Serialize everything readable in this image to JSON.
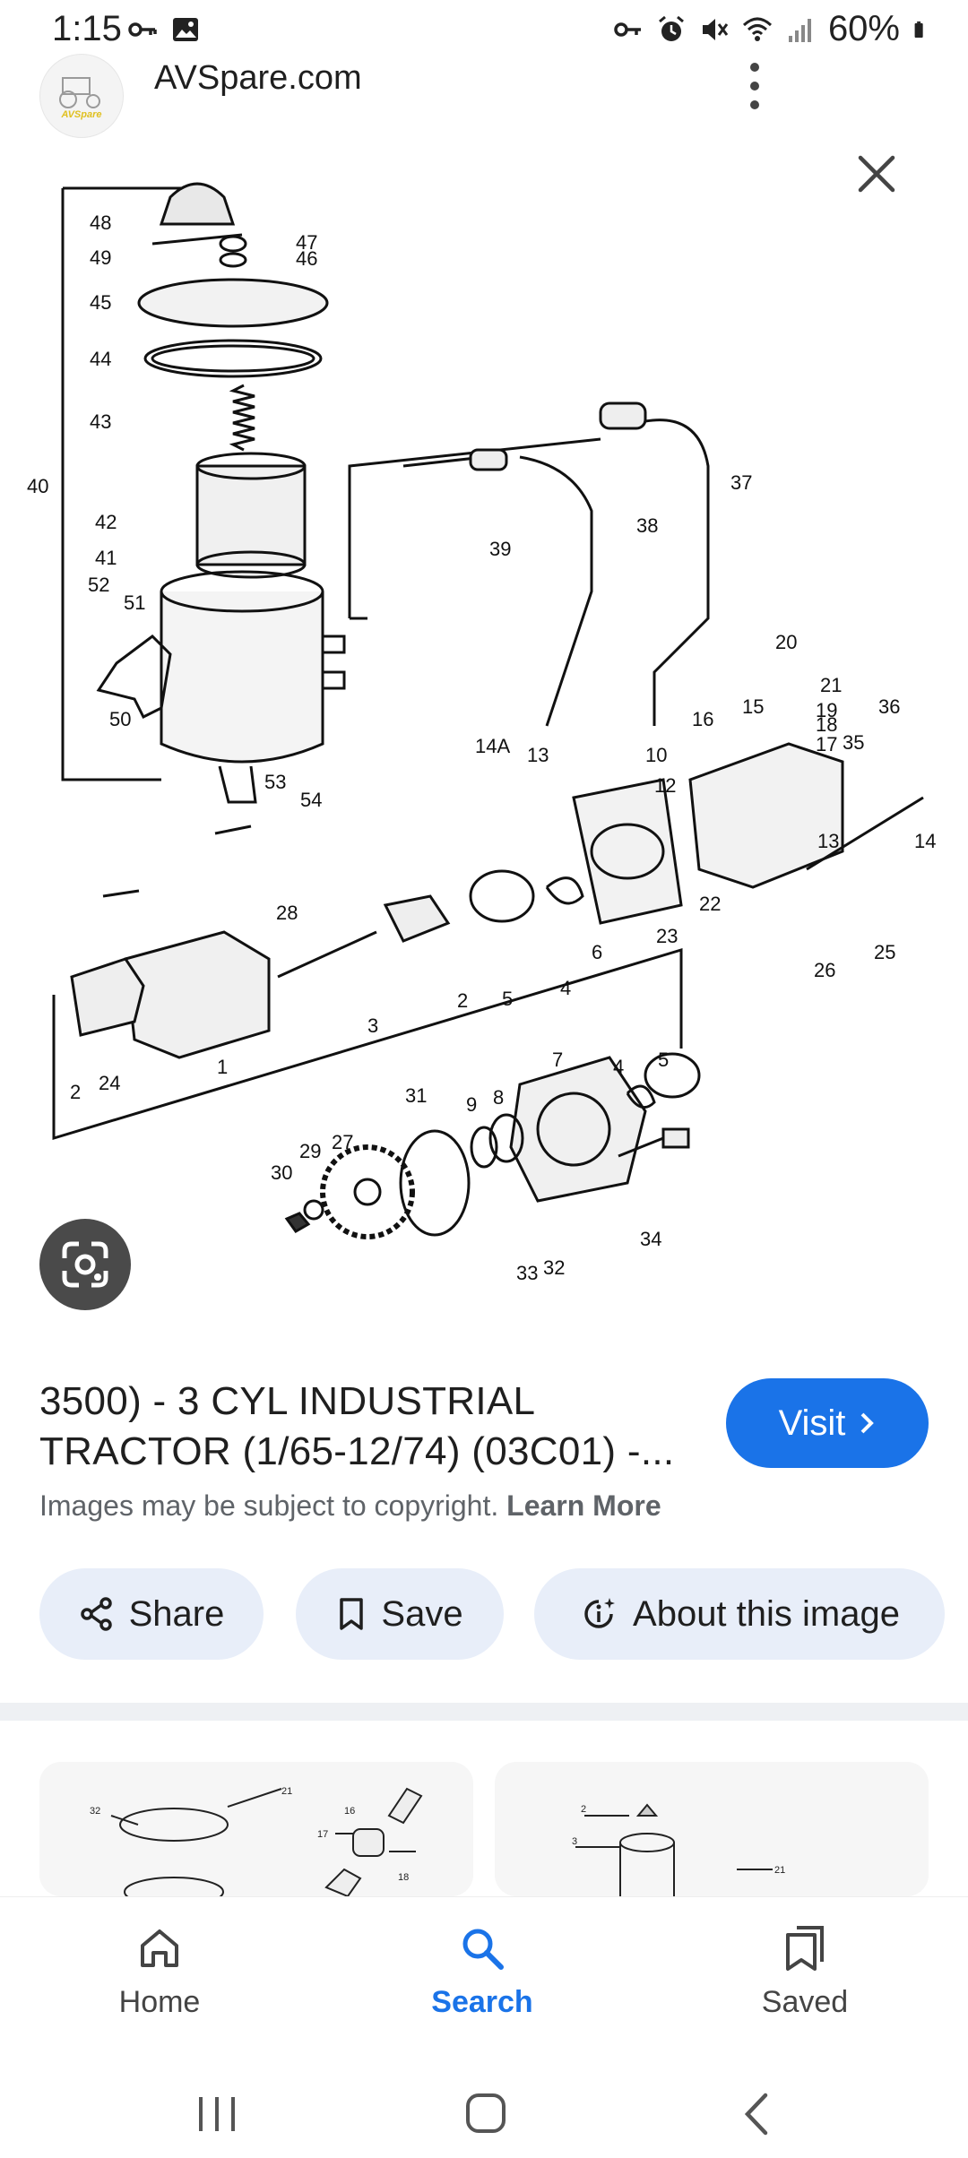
{
  "status_bar": {
    "time": "1:15",
    "battery": "60%",
    "left_icons": [
      "key-icon",
      "image-icon"
    ],
    "right_icons": [
      "vpn-key-icon",
      "alarm-icon",
      "mute-icon",
      "wifi-icon",
      "signal-icon",
      "battery-icon"
    ]
  },
  "source": {
    "site_name": "AVSpare.com",
    "logo_text": "AVSpare"
  },
  "diagram": {
    "part_labels": [
      "48",
      "49",
      "47",
      "46",
      "45",
      "44",
      "43",
      "40",
      "42",
      "41",
      "52",
      "51",
      "50",
      "53",
      "54",
      "39",
      "38",
      "37",
      "20",
      "21",
      "15",
      "19",
      "18",
      "16",
      "17",
      "36",
      "35",
      "14A",
      "13",
      "10",
      "12",
      "14",
      "22",
      "23",
      "6",
      "13",
      "26",
      "25",
      "28",
      "2",
      "5",
      "4",
      "3",
      "1",
      "2",
      "24",
      "4",
      "5",
      "7",
      "31",
      "9",
      "8",
      "29",
      "27",
      "30",
      "34",
      "33",
      "32"
    ]
  },
  "result": {
    "title": "3500) - 3 CYL INDUSTRIAL TRACTOR (1/65-12/74) (03C01) -...",
    "visit_label": "Visit",
    "copyright_text": "Images may be subject to copyright.",
    "learn_more": "Learn More"
  },
  "actions": {
    "share": "Share",
    "save": "Save",
    "about": "About this image"
  },
  "bottom_nav": {
    "home": "Home",
    "search": "Search",
    "saved": "Saved"
  },
  "colors": {
    "accent": "#1a73e8",
    "chip_bg": "#e8eef9",
    "lens_bg": "#4a4a4a"
  }
}
